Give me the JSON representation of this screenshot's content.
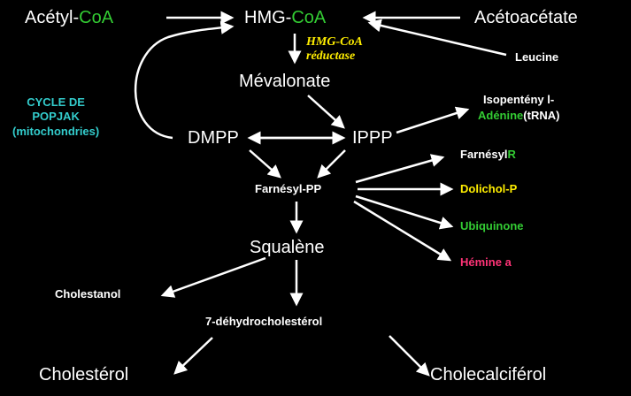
{
  "nodes": {
    "acetyl": {
      "part1": "Acétyl-",
      "part2": "CoA"
    },
    "hmg": {
      "part1": "HMG-",
      "part2": "CoA"
    },
    "acetoacetate": "Acétoacétate",
    "enzyme_line1": "HMG-CoA",
    "enzyme_line2": "réductase",
    "leucine": "Leucine",
    "mevalonate": "Mévalonate",
    "isopentenyl_line1": "Isopentény l-",
    "isopentenyl_adenine": "Adénine",
    "isopentenyl_trna": "(tRNA)",
    "cycle_line1": "CYCLE DE",
    "cycle_line2": "POPJAK",
    "cycle_line3": "(mitochondries)",
    "dmpp": "DMPP",
    "ippp": "IPPP",
    "farnesyl_pp": "Farnésyl-PP",
    "farnesyl_r": {
      "part1": "Farnésyl",
      "part2": "R"
    },
    "dolichol": "Dolichol-P",
    "ubiquinone": "Ubiquinone",
    "hemine": "Hémine a",
    "squalene": "Squalène",
    "cholestanol": "Cholestanol",
    "dehydro": "7-déhydrocholestérol",
    "cholesterol": "Cholestérol",
    "cholecalciferol": "Cholecalciférol"
  },
  "colors": {
    "background": "#000000",
    "text": "#ffffff",
    "coa": "#33cc33",
    "enzyme": "#ffee00",
    "cycle": "#33cccc",
    "hemine": "#ff3377",
    "dolichol": "#ffee00",
    "ubiquinone": "#33cc33"
  }
}
